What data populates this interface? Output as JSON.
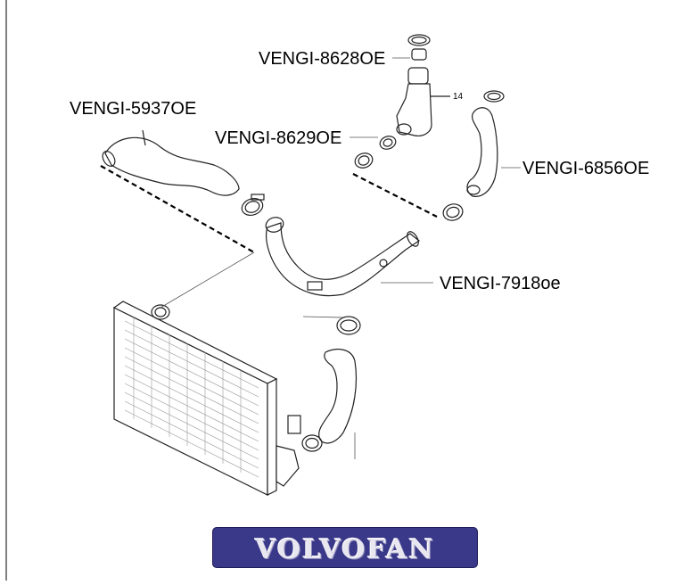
{
  "labels": {
    "p8628": "VENGI-8628OE",
    "p5937": "VENGI-5937OE",
    "p8629": "VENGI-8629OE",
    "p6856": "VENGI-6856OE",
    "p7918": "VENGI-7918oe"
  },
  "callout": "14",
  "logo": {
    "text": "VOLVOFAN",
    "color": "#3a3888"
  }
}
